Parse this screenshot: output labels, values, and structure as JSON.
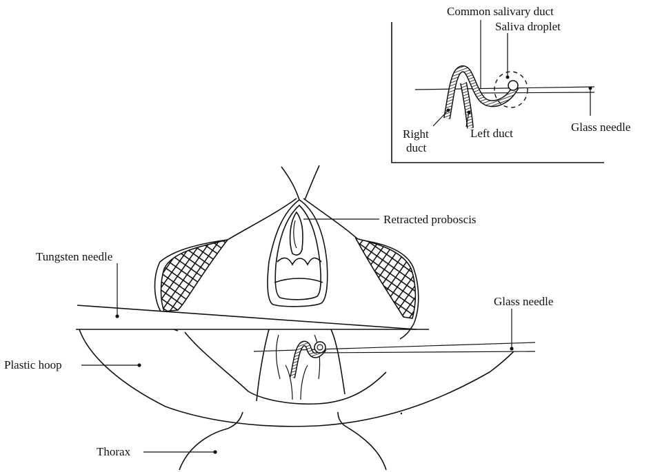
{
  "inset": {
    "labels": {
      "common_duct": "Common salivary duct",
      "saliva_droplet": "Saliva droplet",
      "glass_needle": "Glass needle",
      "right_duct_1": "Right",
      "right_duct_2": "duct",
      "left_duct": "Left duct"
    }
  },
  "main": {
    "labels": {
      "retracted_proboscis": "Retracted proboscis",
      "tungsten_needle": "Tungsten needle",
      "glass_needle": "Glass needle",
      "plastic_hoop": "Plastic hoop",
      "thorax": "Thorax"
    }
  },
  "colors": {
    "ink": "#111111",
    "paper": "#ffffff"
  }
}
